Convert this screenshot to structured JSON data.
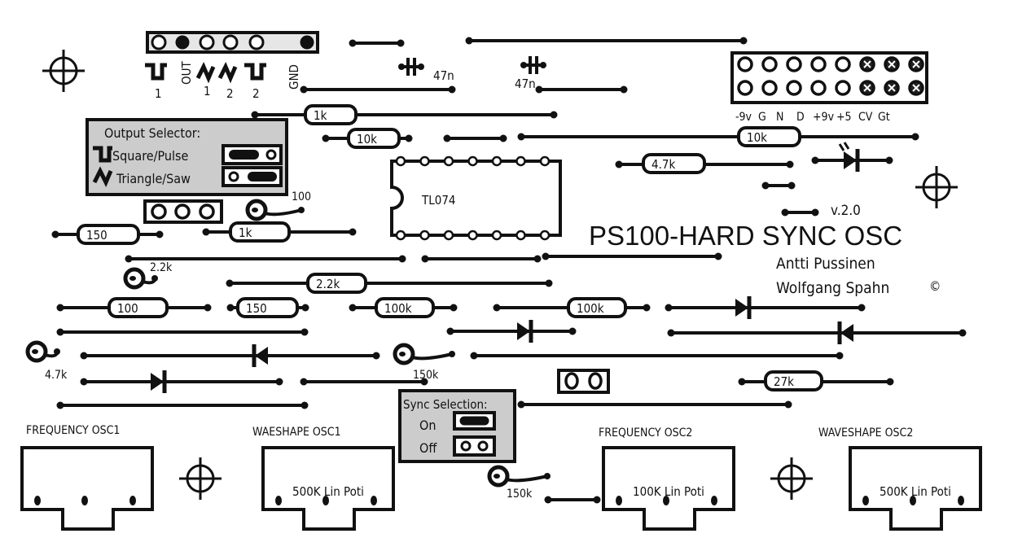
{
  "colors": {
    "ink": "#111111",
    "panel": "#cccccc",
    "header": "#e6e6e6",
    "background": "#ffffff"
  },
  "title": "PS100-HARD SYNC OSC",
  "version": "v.2.0",
  "authors": [
    "Antti Pussinen",
    "Wolfgang Spahn"
  ],
  "copyright": "©",
  "output_header": {
    "labels": {
      "out": "OUT",
      "gnd": "GND",
      "n1": "1",
      "n2": "1",
      "n3": "2",
      "n4": "2"
    },
    "icons": [
      "square-wave-icon",
      "triangle-wave-icon",
      "triangle-wave-icon",
      "square-wave-icon"
    ]
  },
  "power_header": {
    "labels": [
      "-9v",
      "G",
      "N",
      "D",
      "+9v",
      "+5",
      "CV",
      "Gt"
    ]
  },
  "output_selector": {
    "title": "Output Selector:",
    "square": "Square/Pulse",
    "triangle": "Triangle/Saw"
  },
  "sync_selection": {
    "title": "Sync Selection:",
    "on": "On",
    "off": "Off"
  },
  "ic": {
    "label": "TL074"
  },
  "capacitors": [
    "47n",
    "47n"
  ],
  "resistors": [
    "1k",
    "10k",
    "10k",
    "4.7k",
    "1k",
    "150",
    "2.2k",
    "100",
    "150",
    "100k",
    "100k",
    "27k"
  ],
  "trimmers": [
    "100",
    "2.2k",
    "4.7k",
    "150k",
    "150k"
  ],
  "pots": [
    {
      "name": "FREQUENCY OSC1",
      "value": ""
    },
    {
      "name": "WAESHAPE OSC1",
      "value": "500K Lin Poti"
    },
    {
      "name": "FREQUENCY OSC2",
      "value": "100K Lin Poti"
    },
    {
      "name": "WAVESHAPE OSC2",
      "value": "500K Lin Poti"
    }
  ]
}
